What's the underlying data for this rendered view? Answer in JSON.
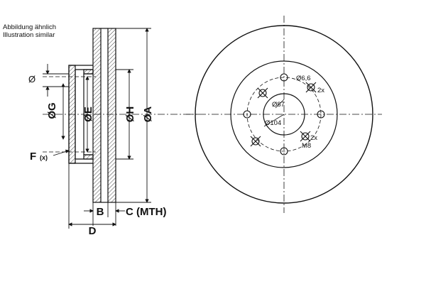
{
  "caption": {
    "line1": "Abbildung ähnlich",
    "line2": "Illustration similar"
  },
  "side_view": {
    "dia_symbol": "Ø",
    "g": "ØG",
    "e": "ØE",
    "h": "ØH",
    "a": "ØA",
    "f": "F",
    "f_sub": "(x)",
    "b": "B",
    "c": "C (MTH)",
    "d": "D"
  },
  "front_view": {
    "hole_size": "Ø6,6",
    "hole_count": "2x",
    "center_bore": "Ø87",
    "pcd": "Ø104",
    "thread_count": "2x",
    "thread": "M8"
  },
  "colors": {
    "line": "#111111",
    "background": "#ffffff"
  }
}
